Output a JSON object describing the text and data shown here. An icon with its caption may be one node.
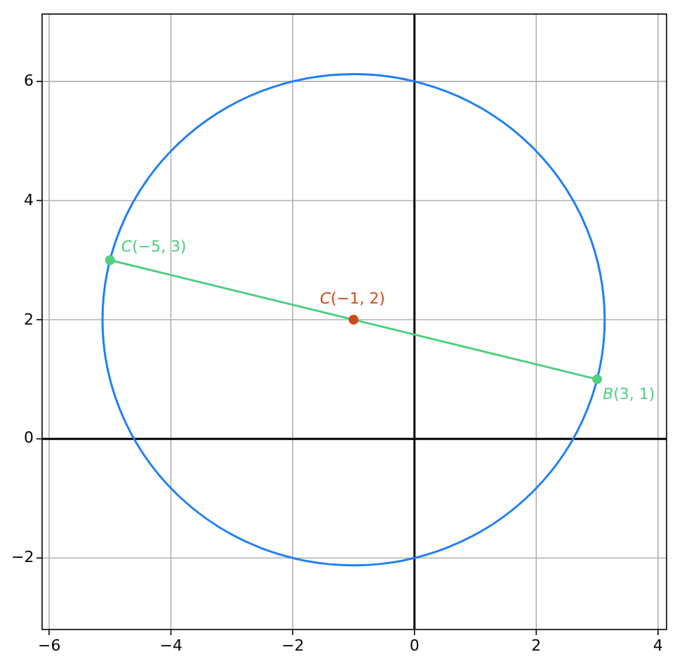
{
  "diagram": {
    "chart_data": {
      "type": "line",
      "grid": true,
      "xlim": [
        -6.115,
        4.14
      ],
      "ylim": [
        -3.2,
        7.13
      ],
      "xticks": [
        {
          "value": -6,
          "label": "−6"
        },
        {
          "value": -4,
          "label": "−4"
        },
        {
          "value": -2,
          "label": "−2"
        },
        {
          "value": 0,
          "label": "0"
        },
        {
          "value": 2,
          "label": "2"
        },
        {
          "value": 4,
          "label": "4"
        }
      ],
      "yticks": [
        {
          "value": -2,
          "label": "−2"
        },
        {
          "value": 0,
          "label": "0"
        },
        {
          "value": 2,
          "label": "2"
        },
        {
          "value": 4,
          "label": "4"
        },
        {
          "value": 6,
          "label": "6"
        }
      ],
      "series": [
        {
          "type": "line",
          "color": "#4fcf7f",
          "x": [
            -5,
            3
          ],
          "values": [
            3,
            1
          ],
          "marker": true
        },
        {
          "type": "scatter",
          "color": "#d04a1a",
          "x": [
            -1
          ],
          "values": [
            2
          ],
          "marker": true
        }
      ],
      "annotations": [
        {
          "text": "*C*(−5, 3)",
          "x": -5,
          "y": 3
        },
        {
          "text": "*C*(−1, 2)",
          "x": -1,
          "y": 2
        },
        {
          "text": "*B*(3, 1)",
          "x": 3,
          "y": 1
        }
      ]
    }
  }
}
